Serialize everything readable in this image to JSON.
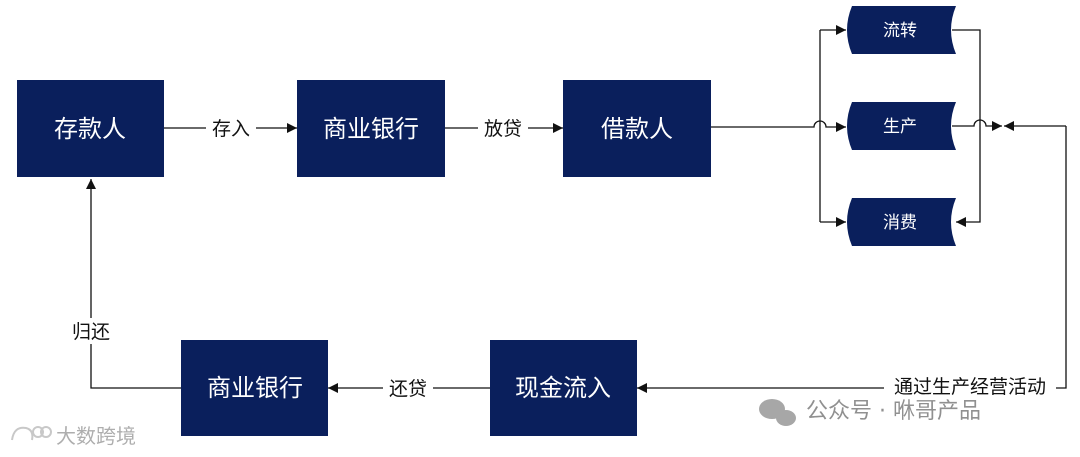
{
  "colors": {
    "node_fill": "#0a1f5c",
    "node_text": "#ffffff",
    "line": "#111111"
  },
  "nodes": {
    "depositor": "存款人",
    "bank_top": "商业银行",
    "borrower": "借款人",
    "circulation": "流转",
    "production": "生产",
    "consumption": "消费",
    "cash_inflow": "现金流入",
    "bank_bottom": "商业银行"
  },
  "edges": {
    "deposit": "存入",
    "lending": "放贷",
    "repay_loan": "还贷",
    "return": "归还",
    "via_operations": "通过生产经营活动"
  },
  "watermarks": {
    "wechat": "公众号 · 咻哥产品",
    "brand": "大数跨境"
  }
}
